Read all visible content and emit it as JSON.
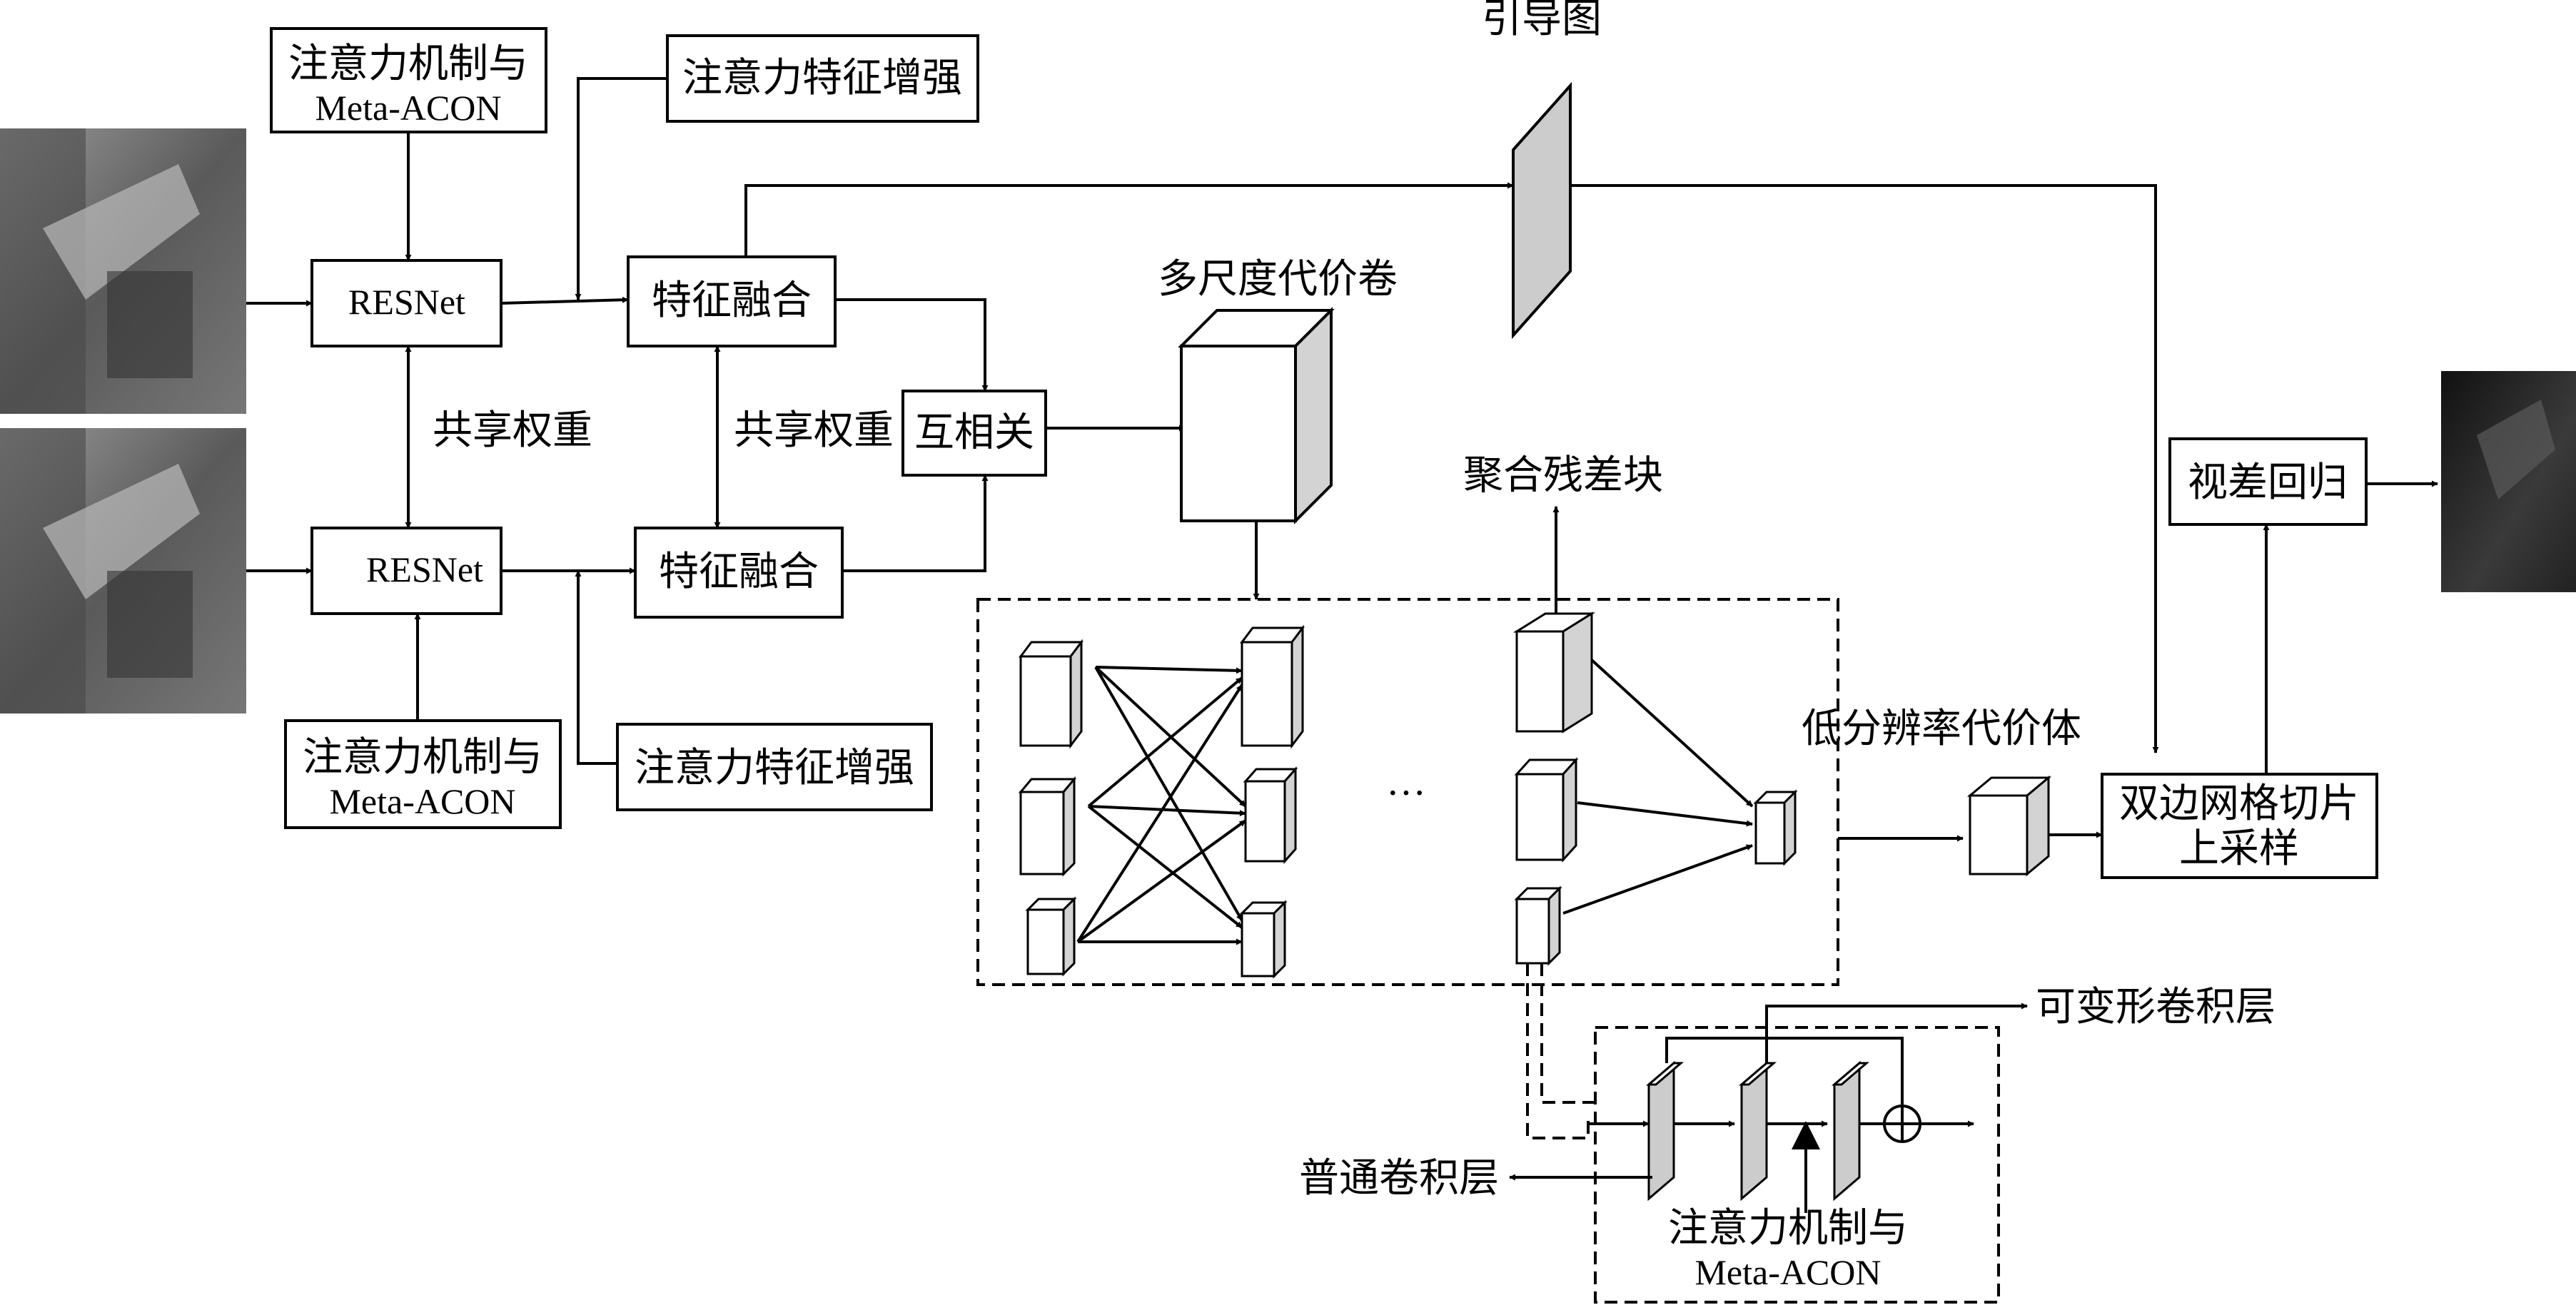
{
  "labels": {
    "attn_acon_top_1": "注意力机制与",
    "attn_acon_top_2": "Meta-ACON",
    "attn_feat_top": "注意力特征增强",
    "resnet_top": "RESNet",
    "resnet_bottom": "RESNet",
    "feat_fusion_top": "特征融合",
    "feat_fusion_bottom": "特征融合",
    "shared_weights_left": "共享权重",
    "shared_weights_right": "共享权重",
    "cross_corr": "互相关",
    "multiscale_cost_volume": "多尺度代价卷",
    "guide_map": "引导图",
    "agg_residual_block": "聚合残差块",
    "ellipsis": "···",
    "low_res_cost_volume": "低分辨率代价体",
    "bilateral_1": "双边网格切片",
    "bilateral_2": "上采样",
    "disparity_regression": "视差回归",
    "attn_acon_bottom_1": "注意力机制与",
    "attn_acon_bottom_2": "Meta-ACON",
    "attn_feat_bottom": "注意力特征增强",
    "deformable_conv": "可变形卷积层",
    "regular_conv": "普通卷积层",
    "attn_acon_inset_1": "注意力机制与",
    "attn_acon_inset_2": "Meta-ACON"
  },
  "colors": {
    "cube_side": "#d3d3d3",
    "guide_fill": "#cccccc"
  }
}
